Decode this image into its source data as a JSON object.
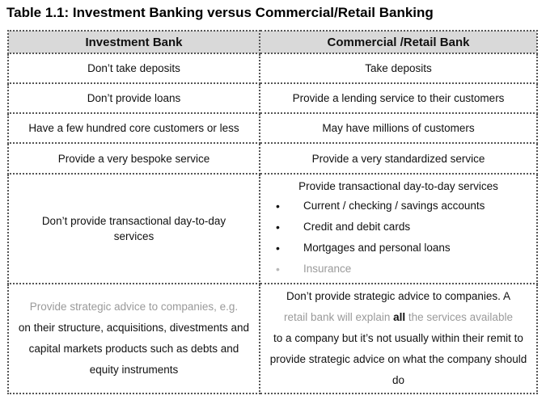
{
  "title": "Table 1.1: Investment Banking versus Commercial/Retail Banking",
  "headers": {
    "investment": "Investment Bank",
    "retail": "Commercial /Retail Bank"
  },
  "rows": [
    {
      "investment": "Don’t take deposits",
      "retail": "Take deposits"
    },
    {
      "investment": "Don’t provide loans",
      "retail": "Provide a lending service to their customers"
    },
    {
      "investment": "Have a few hundred core customers or less",
      "retail": "May have millions of customers"
    },
    {
      "investment": "Provide a very bespoke service",
      "retail": "Provide a very standardized service"
    }
  ],
  "transactional": {
    "investment": "Don’t provide transactional day-to-day services",
    "retail_intro": "Provide transactional day-to-day services",
    "retail_items": [
      "Current / checking / savings accounts",
      "Credit and debit cards",
      "Mortgages and personal loans",
      "Insurance"
    ]
  },
  "advice": {
    "investment_faded": "Provide strategic advice to companies, e.g.",
    "investment_rest": "on their structure, acquisitions, divestments and capital markets products such as debts and equity instruments",
    "retail_first": "Don’t provide strategic advice to companies. A",
    "retail_faded_pre": "retail bank will explain",
    "retail_bold": "all",
    "retail_faded_post": "the services available",
    "retail_rest": "to a company but it’s not usually within their remit to provide strategic advice on what the company should do"
  }
}
